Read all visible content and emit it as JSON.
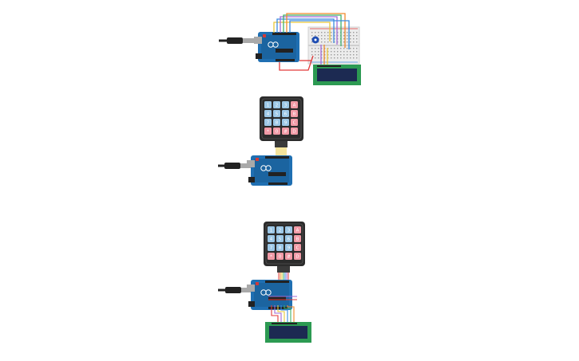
{
  "colors": {
    "board": "#1f6fb2",
    "board_dark": "#14507f",
    "usb": "#a9a9a9",
    "cable": "#222222",
    "keypad_frame": "#2b2b2b",
    "key_blue": "#9cc7e6",
    "key_red": "#f19aa6",
    "lcd_frame": "#2c9a52",
    "lcd_screen": "#1c2a52",
    "breadboard": "#ececec",
    "header_black": "#222222",
    "wire_red": "#e23b3b",
    "wire_yellow": "#e9c83a",
    "wire_blue": "#3a8be0",
    "wire_purple": "#a26ad6",
    "wire_green": "#3fb06a",
    "wire_orange": "#f08a2c",
    "potentiometer": "#1e4db3"
  },
  "keypad": {
    "keys": [
      [
        "1",
        "2",
        "3",
        "A"
      ],
      [
        "4",
        "5",
        "6",
        "B"
      ],
      [
        "7",
        "8",
        "9",
        "C"
      ],
      [
        "*",
        "0",
        "#",
        "D"
      ]
    ]
  }
}
